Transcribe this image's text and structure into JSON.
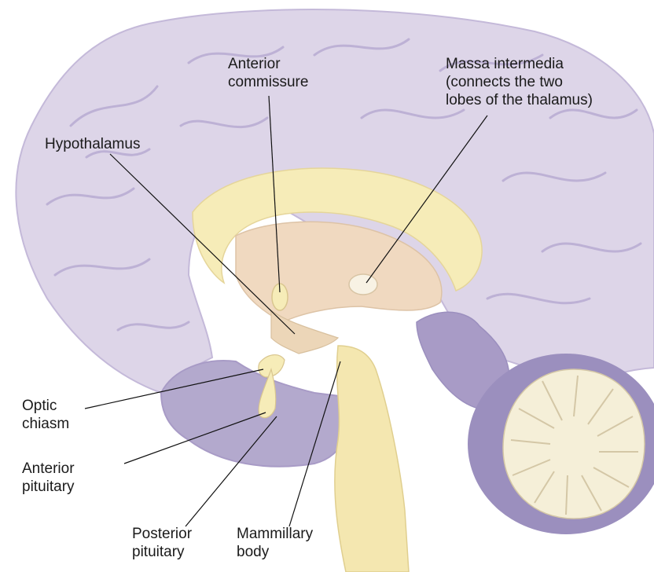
{
  "labels": {
    "anterior_commissure": [
      "Anterior",
      "commissure"
    ],
    "massa_intermedia": [
      "Massa intermedia",
      "(connects the two",
      "lobes of the thalamus)"
    ],
    "hypothalamus": [
      "Hypothalamus"
    ],
    "optic_chiasm": [
      "Optic",
      "chiasm"
    ],
    "anterior_pituitary": [
      "Anterior",
      "pituitary"
    ],
    "posterior_pituitary": [
      "Posterior",
      "pituitary"
    ],
    "mammillary_body": [
      "Mammillary",
      "body"
    ]
  },
  "colors": {
    "cortex": "#ddd5e8",
    "cortex_shadow": "#b3a9cd",
    "cortex_dark": "#a89bc6",
    "corpus_callosum": "#f6ecb8",
    "thalamus": "#f0d9c0",
    "brainstem": "#f4e7b0",
    "cerebellum_white": "#f5efd8",
    "cerebellum_gray": "#9b8fbe",
    "leader_line": "#111111"
  }
}
